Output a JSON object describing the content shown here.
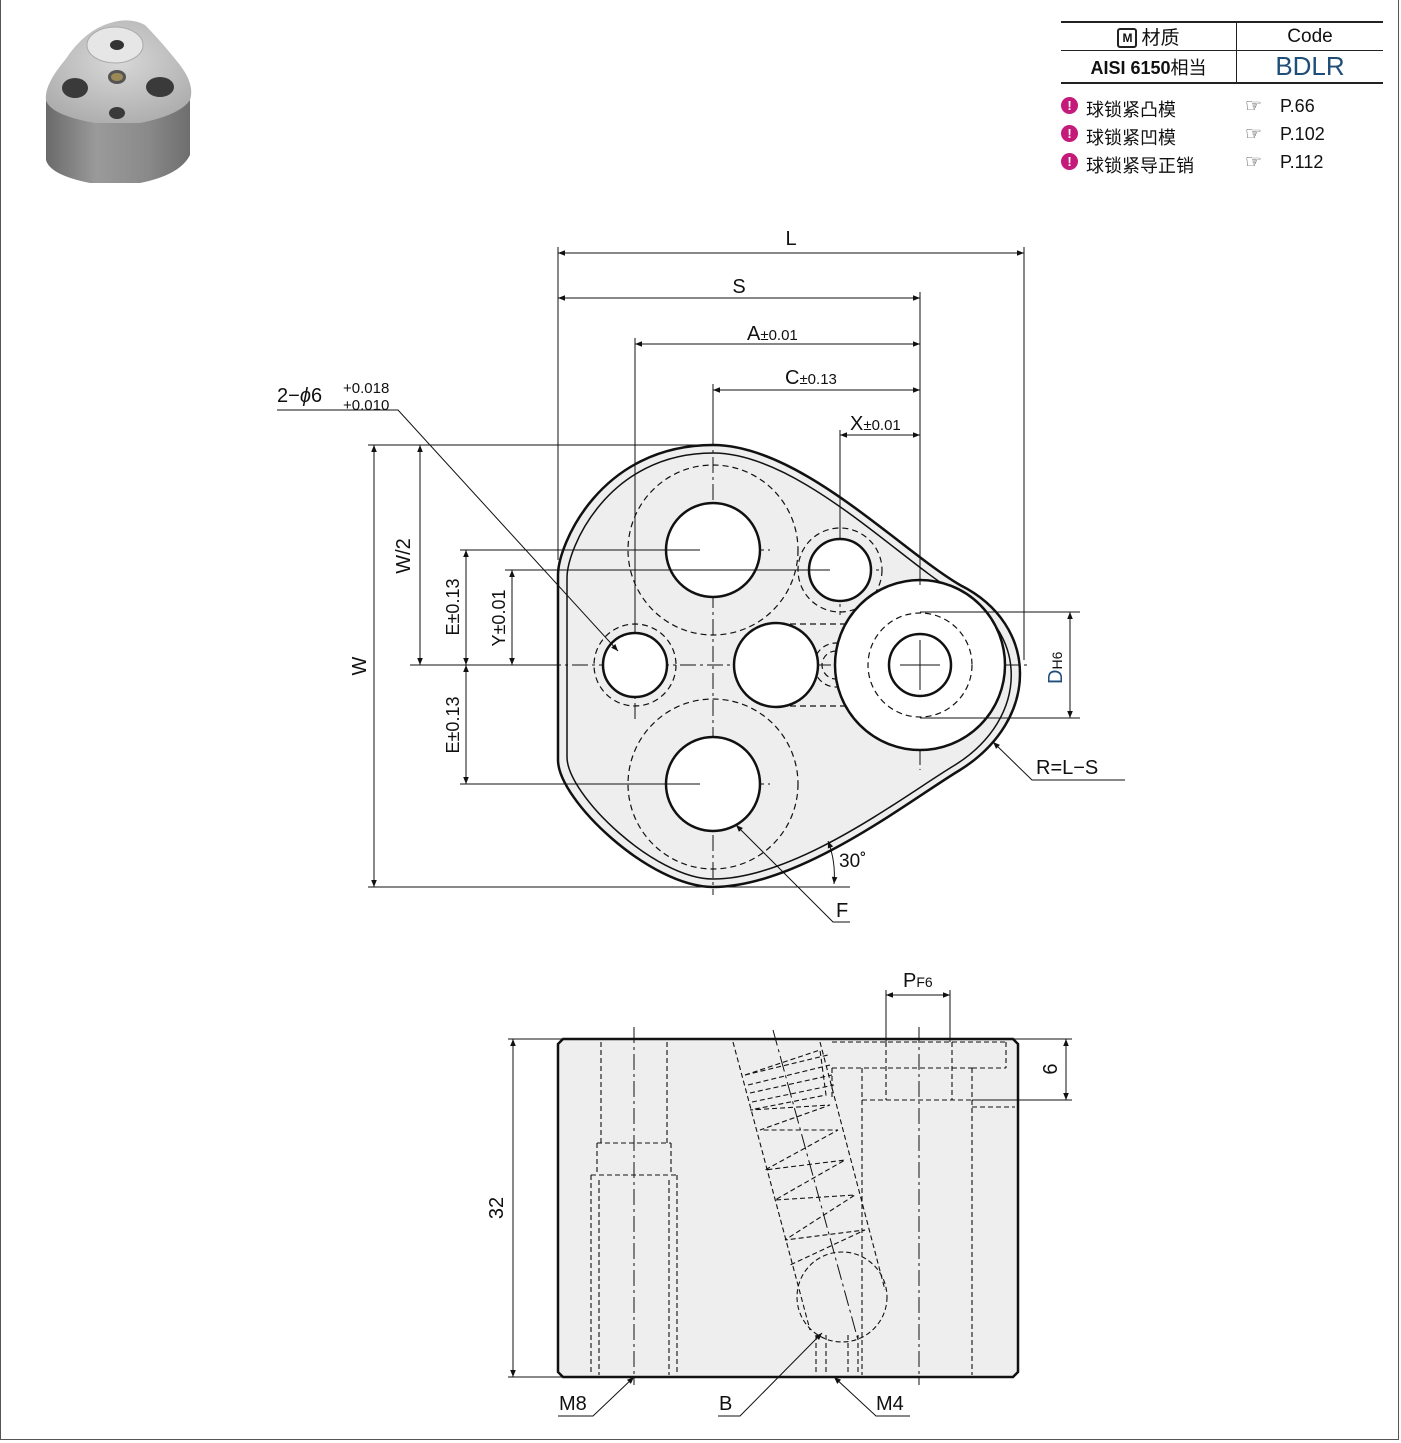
{
  "material_table": {
    "header_material_icon": "M",
    "header_material": "材质",
    "header_code": "Code",
    "material_value": "AISI 6150",
    "material_suffix": "相当",
    "code_value": "BDLR"
  },
  "references": [
    {
      "icon": "info-bulb-icon",
      "label": "球锁紧凸模",
      "page": "P.66"
    },
    {
      "icon": "info-bulb-icon",
      "label": "球锁紧凹模",
      "page": "P.102"
    },
    {
      "icon": "info-bulb-icon",
      "label": "球锁紧导正销",
      "page": "P.112"
    }
  ],
  "top_view": {
    "dim_L": "L",
    "dim_S": "S",
    "dim_A": "A",
    "dim_A_tol": "±0.01",
    "dim_C": "C",
    "dim_C_tol": "±0.13",
    "dim_X": "X",
    "dim_X_tol": "±0.01",
    "hole_callout_prefix": "2−",
    "hole_callout_phi": "ϕ",
    "hole_callout_size": "6",
    "hole_tol_upper": "+0.018",
    "hole_tol_lower": "+0.010",
    "dim_W": "W",
    "dim_W2": "W/2",
    "dim_E_upper": "E±0.13",
    "dim_Y": "Y±0.01",
    "dim_E_lower": "E±0.13",
    "dim_D": "D",
    "dim_D_sub": "H6",
    "radius_label": "R=L−S",
    "angle_label": "30˚",
    "label_F": "F"
  },
  "side_view": {
    "dim_P": "P",
    "dim_P_sub": "F6",
    "dim_6": "6",
    "dim_32": "32",
    "label_M8": "M8",
    "label_B": "B",
    "label_M4": "M4"
  },
  "colors": {
    "line": "#111111",
    "part_fill": "#eeeeee",
    "accent_blue": "#1f4e79",
    "ref_icon": "#c41a7a"
  }
}
